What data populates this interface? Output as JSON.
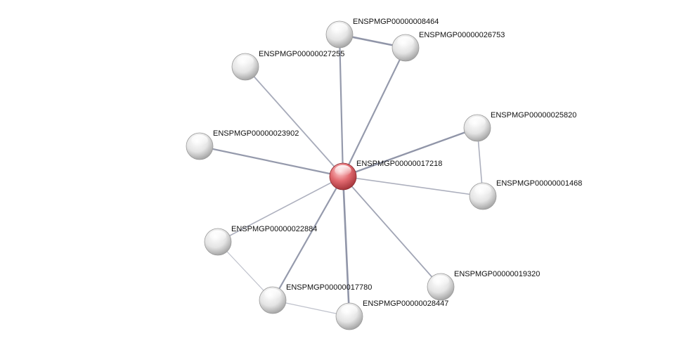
{
  "network": {
    "center_color": "#d9545b",
    "node_color": "#d8d8d8",
    "edge_color": "#8a8fa3",
    "nodes": [
      {
        "id": "ENSPMGP00000017218",
        "label": "ENSPMGP00000017218",
        "query": true
      },
      {
        "id": "ENSPMGP00000008464",
        "label": "ENSPMGP00000008464",
        "query": false
      },
      {
        "id": "ENSPMGP00000026753",
        "label": "ENSPMGP00000026753",
        "query": false
      },
      {
        "id": "ENSPMGP00000027255",
        "label": "ENSPMGP00000027255",
        "query": false
      },
      {
        "id": "ENSPMGP00000023902",
        "label": "ENSPMGP00000023902",
        "query": false
      },
      {
        "id": "ENSPMGP00000025820",
        "label": "ENSPMGP00000025820",
        "query": false
      },
      {
        "id": "ENSPMGP00000001468",
        "label": "ENSPMGP00000001468",
        "query": false
      },
      {
        "id": "ENSPMGP00000022884",
        "label": "ENSPMGP00000022884",
        "query": false
      },
      {
        "id": "ENSPMGP00000017780",
        "label": "ENSPMGP00000017780",
        "query": false
      },
      {
        "id": "ENSPMGP00000019320",
        "label": "ENSPMGP00000019320",
        "query": false
      },
      {
        "id": "ENSPMGP00000028447",
        "label": "ENSPMGP00000028447",
        "query": false
      }
    ],
    "edges": [
      [
        "ENSPMGP00000017218",
        "ENSPMGP00000008464"
      ],
      [
        "ENSPMGP00000017218",
        "ENSPMGP00000026753"
      ],
      [
        "ENSPMGP00000017218",
        "ENSPMGP00000027255"
      ],
      [
        "ENSPMGP00000017218",
        "ENSPMGP00000023902"
      ],
      [
        "ENSPMGP00000017218",
        "ENSPMGP00000025820"
      ],
      [
        "ENSPMGP00000017218",
        "ENSPMGP00000001468"
      ],
      [
        "ENSPMGP00000017218",
        "ENSPMGP00000022884"
      ],
      [
        "ENSPMGP00000017218",
        "ENSPMGP00000017780"
      ],
      [
        "ENSPMGP00000017218",
        "ENSPMGP00000019320"
      ],
      [
        "ENSPMGP00000017218",
        "ENSPMGP00000028447"
      ],
      [
        "ENSPMGP00000008464",
        "ENSPMGP00000026753"
      ],
      [
        "ENSPMGP00000025820",
        "ENSPMGP00000001468"
      ],
      [
        "ENSPMGP00000022884",
        "ENSPMGP00000017780"
      ],
      [
        "ENSPMGP00000017780",
        "ENSPMGP00000028447"
      ]
    ]
  }
}
